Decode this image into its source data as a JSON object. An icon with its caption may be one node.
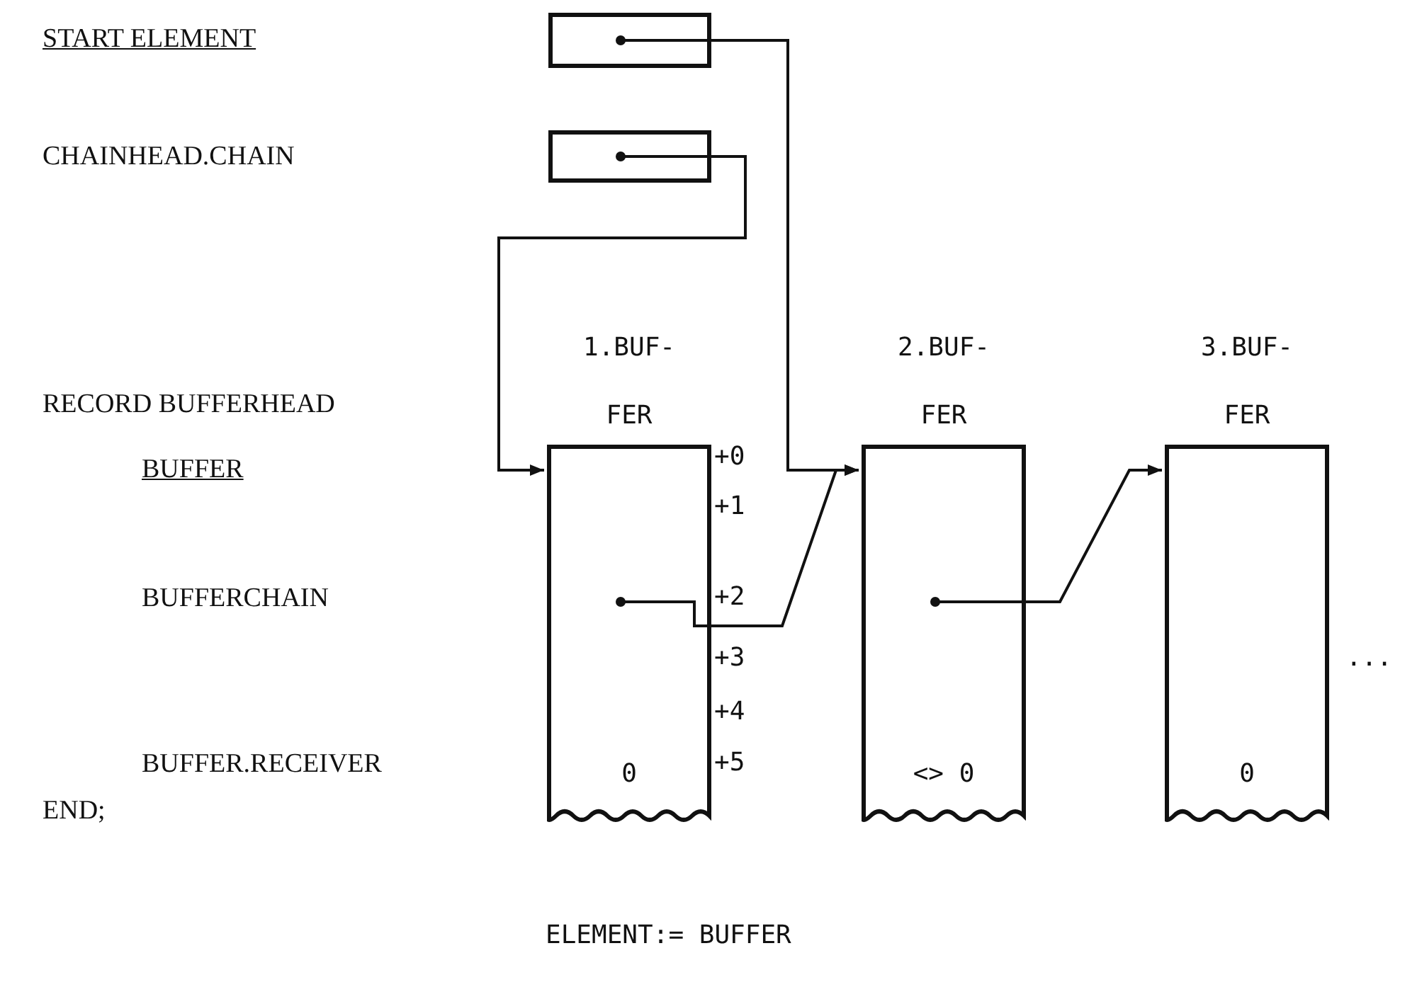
{
  "diagram": {
    "nodes": [
      {
        "text": [],
        "shape": "box"
      },
      {
        "text": [],
        "shape": "box"
      },
      {
        "text": [
          "1.BUF- FER",
          "0"
        ]
      },
      {
        "text": [
          "2.BUF- FER",
          "<> 0"
        ]
      },
      {
        "text": [
          "3.BUF- FER",
          "0"
        ]
      }
    ],
    "edges": [
      {
        "from": 0,
        "to": 3,
        "arrow": "to"
      },
      {
        "from": 1,
        "to": 2,
        "arrow": "to"
      },
      {
        "from": 2,
        "to": 3,
        "arrow": "to"
      },
      {
        "from": 3,
        "to": 4,
        "arrow": "to"
      }
    ],
    "labels": [
      "START ELEMENT",
      "CHAINHEAD.CHAIN",
      "RECORD BUFFERHEAD",
      "BUFFER",
      "BUFFERCHAIN",
      "BUFFER.RECEIVER",
      "END;",
      "+0",
      "+1",
      "+2",
      "+3",
      "+4",
      "+5",
      "...",
      "ELEMENT:= BUFFER"
    ]
  }
}
